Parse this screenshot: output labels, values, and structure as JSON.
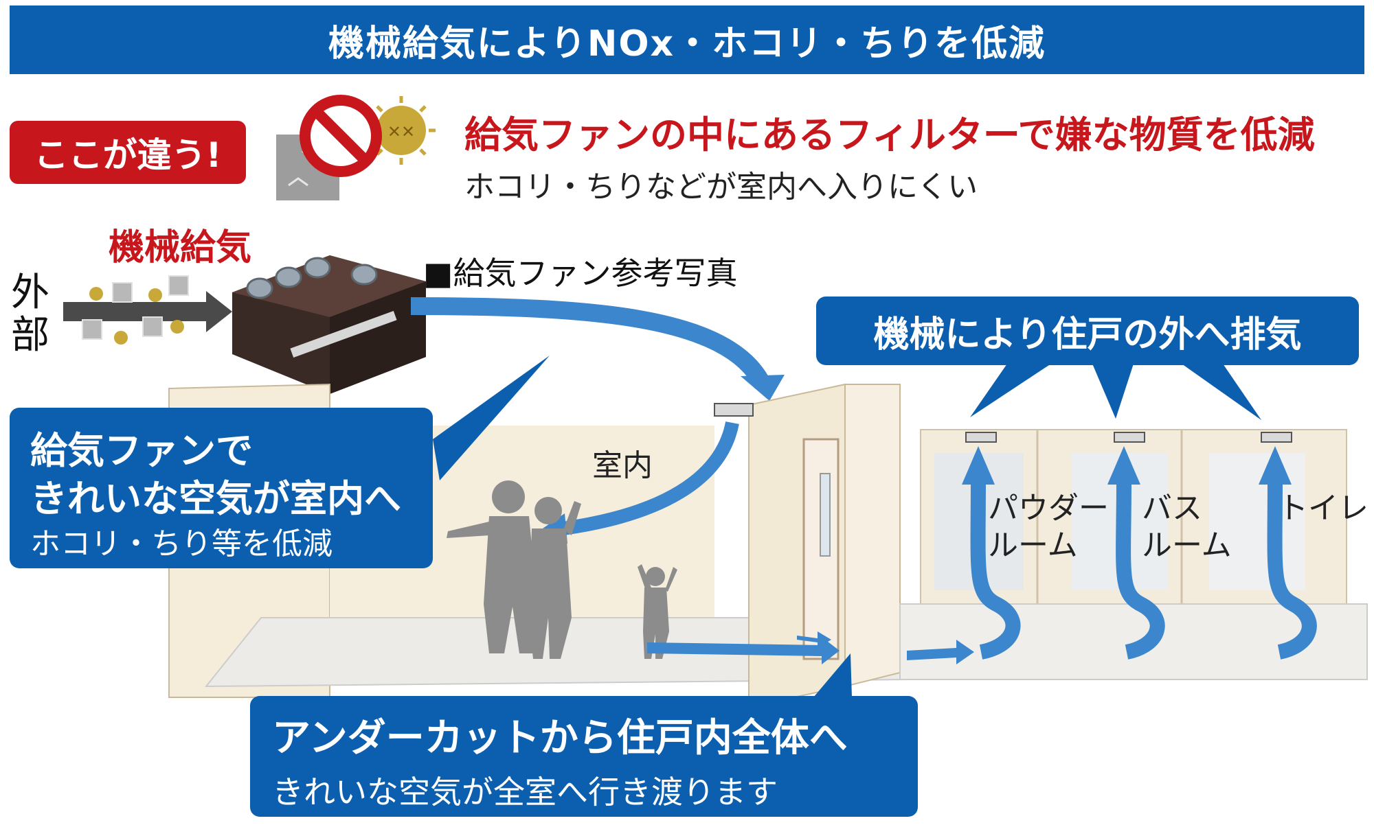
{
  "banner": {
    "title": "機械給気によりNOx・ホコリ・ちりを低減"
  },
  "badge": {
    "label": "ここが違う!"
  },
  "feature": {
    "headline": "給気ファンの中にあるフィルターで嫌な物質を低減",
    "subline": "ホコリ・ちりなどが室内へ入りにくい"
  },
  "intake": {
    "label": "機械給気",
    "outside_label": "外部",
    "photo_label": "■給気ファン参考写真"
  },
  "interior": {
    "room_label": "室内"
  },
  "callouts": {
    "supply": {
      "line1": "給気ファンで",
      "line2": "きれいな空気が室内へ",
      "line3": "ホコリ・ちり等を低減"
    },
    "exhaust": {
      "text": "機械により住戸の外へ排気"
    },
    "undercut": {
      "line1": "アンダーカットから住戸内全体へ",
      "line2": "きれいな空気が全室へ行き渡ります"
    }
  },
  "rooms": {
    "powder": {
      "line1": "パウダー",
      "line2": "ルーム"
    },
    "bath": {
      "line1": "バス",
      "line2": "ルーム"
    },
    "toilet": {
      "line1": "トイレ"
    }
  },
  "icons": {
    "prohibit": "prohibition-icon",
    "germ": "germ-icon",
    "dust": "dust-particle-icon",
    "fan_unit": "supply-fan-unit-icon",
    "ceiling_vent": "ceiling-vent-icon"
  },
  "colors": {
    "banner_blue": "#0b5fae",
    "accent_red": "#c8161d",
    "airflow_blue": "#3b86cc",
    "germ_gold": "#c9a83a",
    "silhouette_gray": "#8c8c8c"
  }
}
